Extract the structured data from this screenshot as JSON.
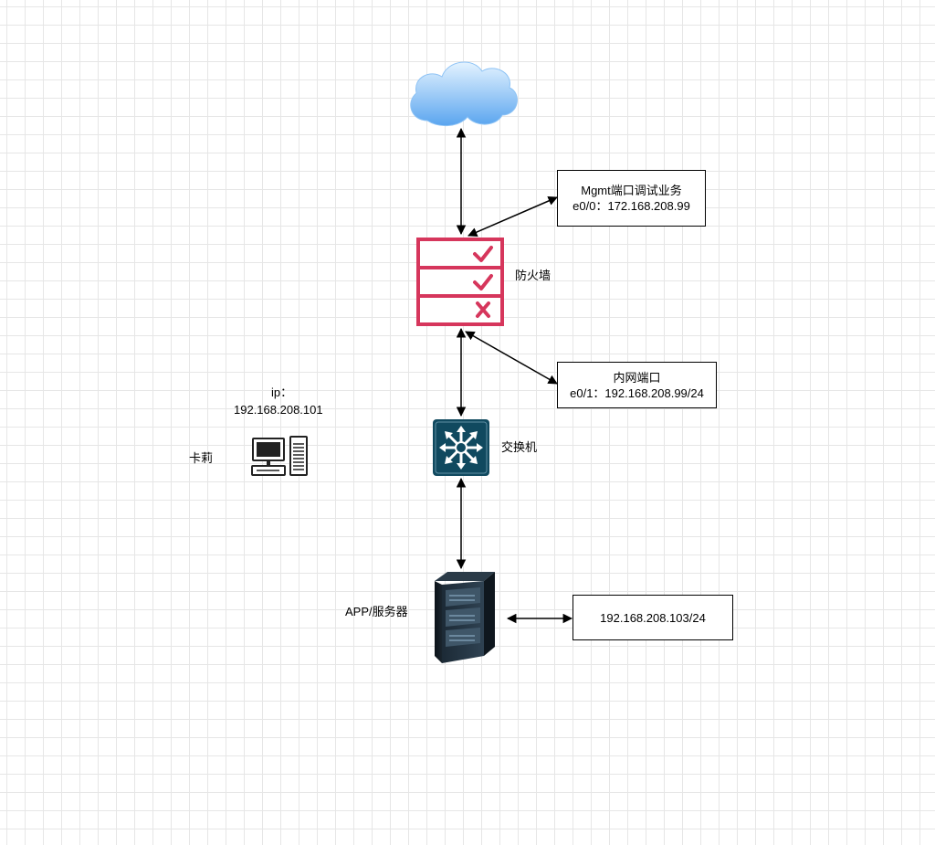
{
  "nodes": {
    "firewall": {
      "label": "防火墙"
    },
    "switch": {
      "label": "交换机"
    },
    "server": {
      "label": "APP/服务器"
    },
    "pc": {
      "label": "卡莉",
      "ip_label": "ip：",
      "ip_value": "192.168.208.101"
    }
  },
  "boxes": {
    "mgmt": {
      "line1": "Mgmt端口调试业务",
      "line2": "e0/0：172.168.208.99"
    },
    "inner": {
      "line1": "内网端口",
      "line2": "e0/1：192.168.208.99/24"
    },
    "server_ip": {
      "line1": "192.168.208.103/24"
    }
  },
  "colors": {
    "firewall": "#d6365c",
    "switch": "#10495f",
    "cloud_top": "#dff0ff",
    "cloud_bottom": "#5ea8f0",
    "connector": "#000000"
  },
  "icons": {
    "cloud": "cloud-icon",
    "firewall": "firewall-icon",
    "switch": "switch-icon",
    "server": "server-rack-icon",
    "pc": "desktop-computer-icon"
  }
}
